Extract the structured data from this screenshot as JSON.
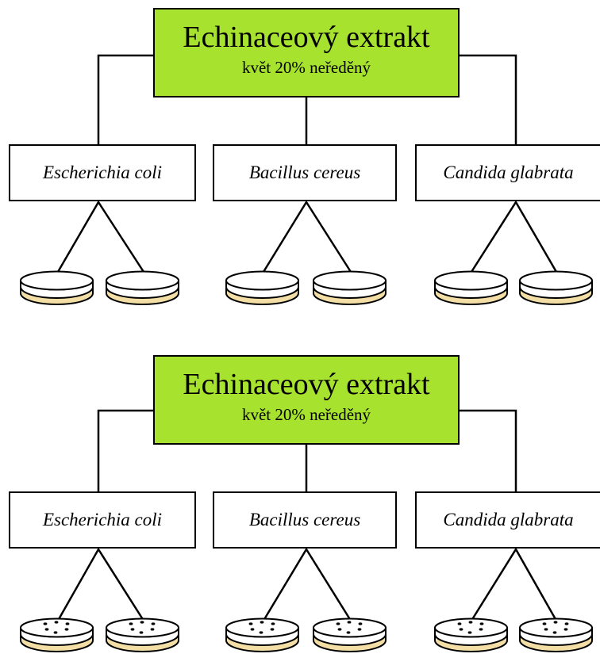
{
  "diagrams": [
    {
      "root": {
        "title": "Echinaceový extrakt",
        "subtitle": "květ 20% neředěný",
        "color": "#a6e22e"
      },
      "organisms": [
        "Escherichia coli",
        "Bacillus cereus",
        "Candida glabrata"
      ],
      "dish_state": "empty"
    },
    {
      "root": {
        "title": "Echinaceový extrakt",
        "subtitle": "květ 20% neředěný",
        "color": "#a6e22e"
      },
      "organisms": [
        "Escherichia coli",
        "Bacillus cereus",
        "Candida glabrata"
      ],
      "dish_state": "with-wells"
    }
  ],
  "colors": {
    "agar": "#f3dfa6",
    "lid": "#ffffff",
    "outline": "#000000"
  }
}
